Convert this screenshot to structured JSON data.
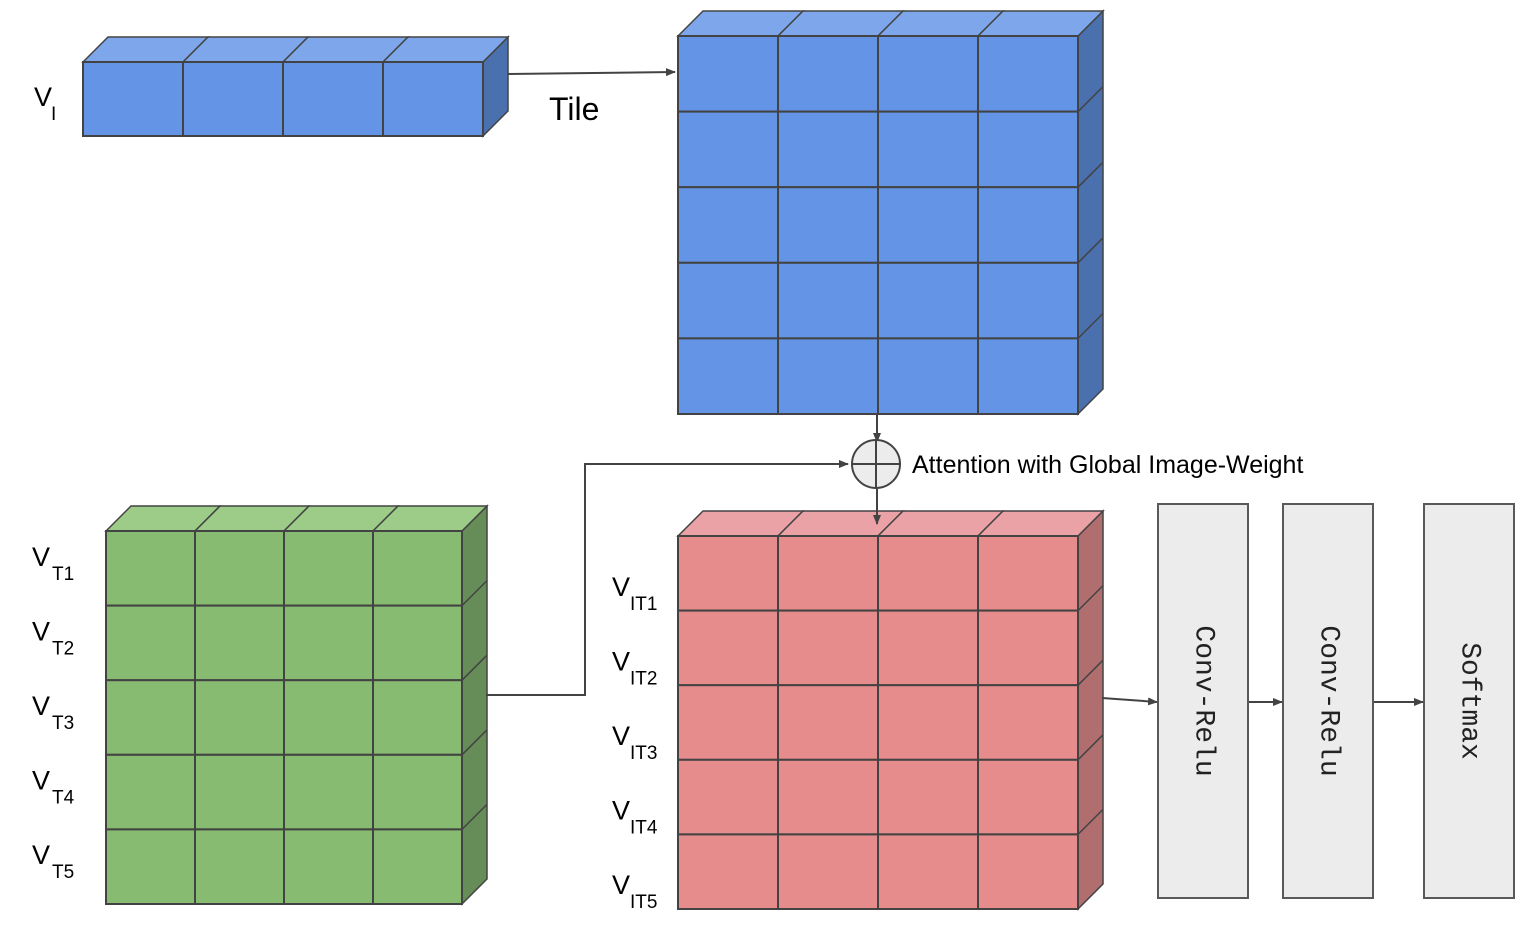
{
  "colors": {
    "blue_face": "#6494e6",
    "blue_top": "#7ea7eb",
    "blue_side": "#4a70ad",
    "green_face": "#88bb72",
    "green_top": "#9ccc88",
    "green_side": "#668d57",
    "red_face": "#e68c8c",
    "red_top": "#eba2a6",
    "red_side": "#b06e6e",
    "box_fill": "#ececec",
    "line": "#434343"
  },
  "labels": {
    "vi": {
      "main": "V",
      "sub": "I"
    },
    "tile": "Tile",
    "attention": "Attention with Global Image-Weight",
    "vt": [
      {
        "main": "V",
        "sub": "T1"
      },
      {
        "main": "V",
        "sub": "T2"
      },
      {
        "main": "V",
        "sub": "T3"
      },
      {
        "main": "V",
        "sub": "T4"
      },
      {
        "main": "V",
        "sub": "T5"
      }
    ],
    "vit": [
      {
        "main": "V",
        "sub": "IT1"
      },
      {
        "main": "V",
        "sub": "IT2"
      },
      {
        "main": "V",
        "sub": "IT3"
      },
      {
        "main": "V",
        "sub": "IT4"
      },
      {
        "main": "V",
        "sub": "IT5"
      }
    ]
  },
  "layers": [
    {
      "label": "Conv-Relu",
      "icon": "conv-relu-box"
    },
    {
      "label": "Conv-Relu",
      "icon": "conv-relu-box"
    },
    {
      "label": "Softmax",
      "icon": "softmax-box"
    }
  ],
  "operator": {
    "icon": "circled-plus-icon"
  }
}
